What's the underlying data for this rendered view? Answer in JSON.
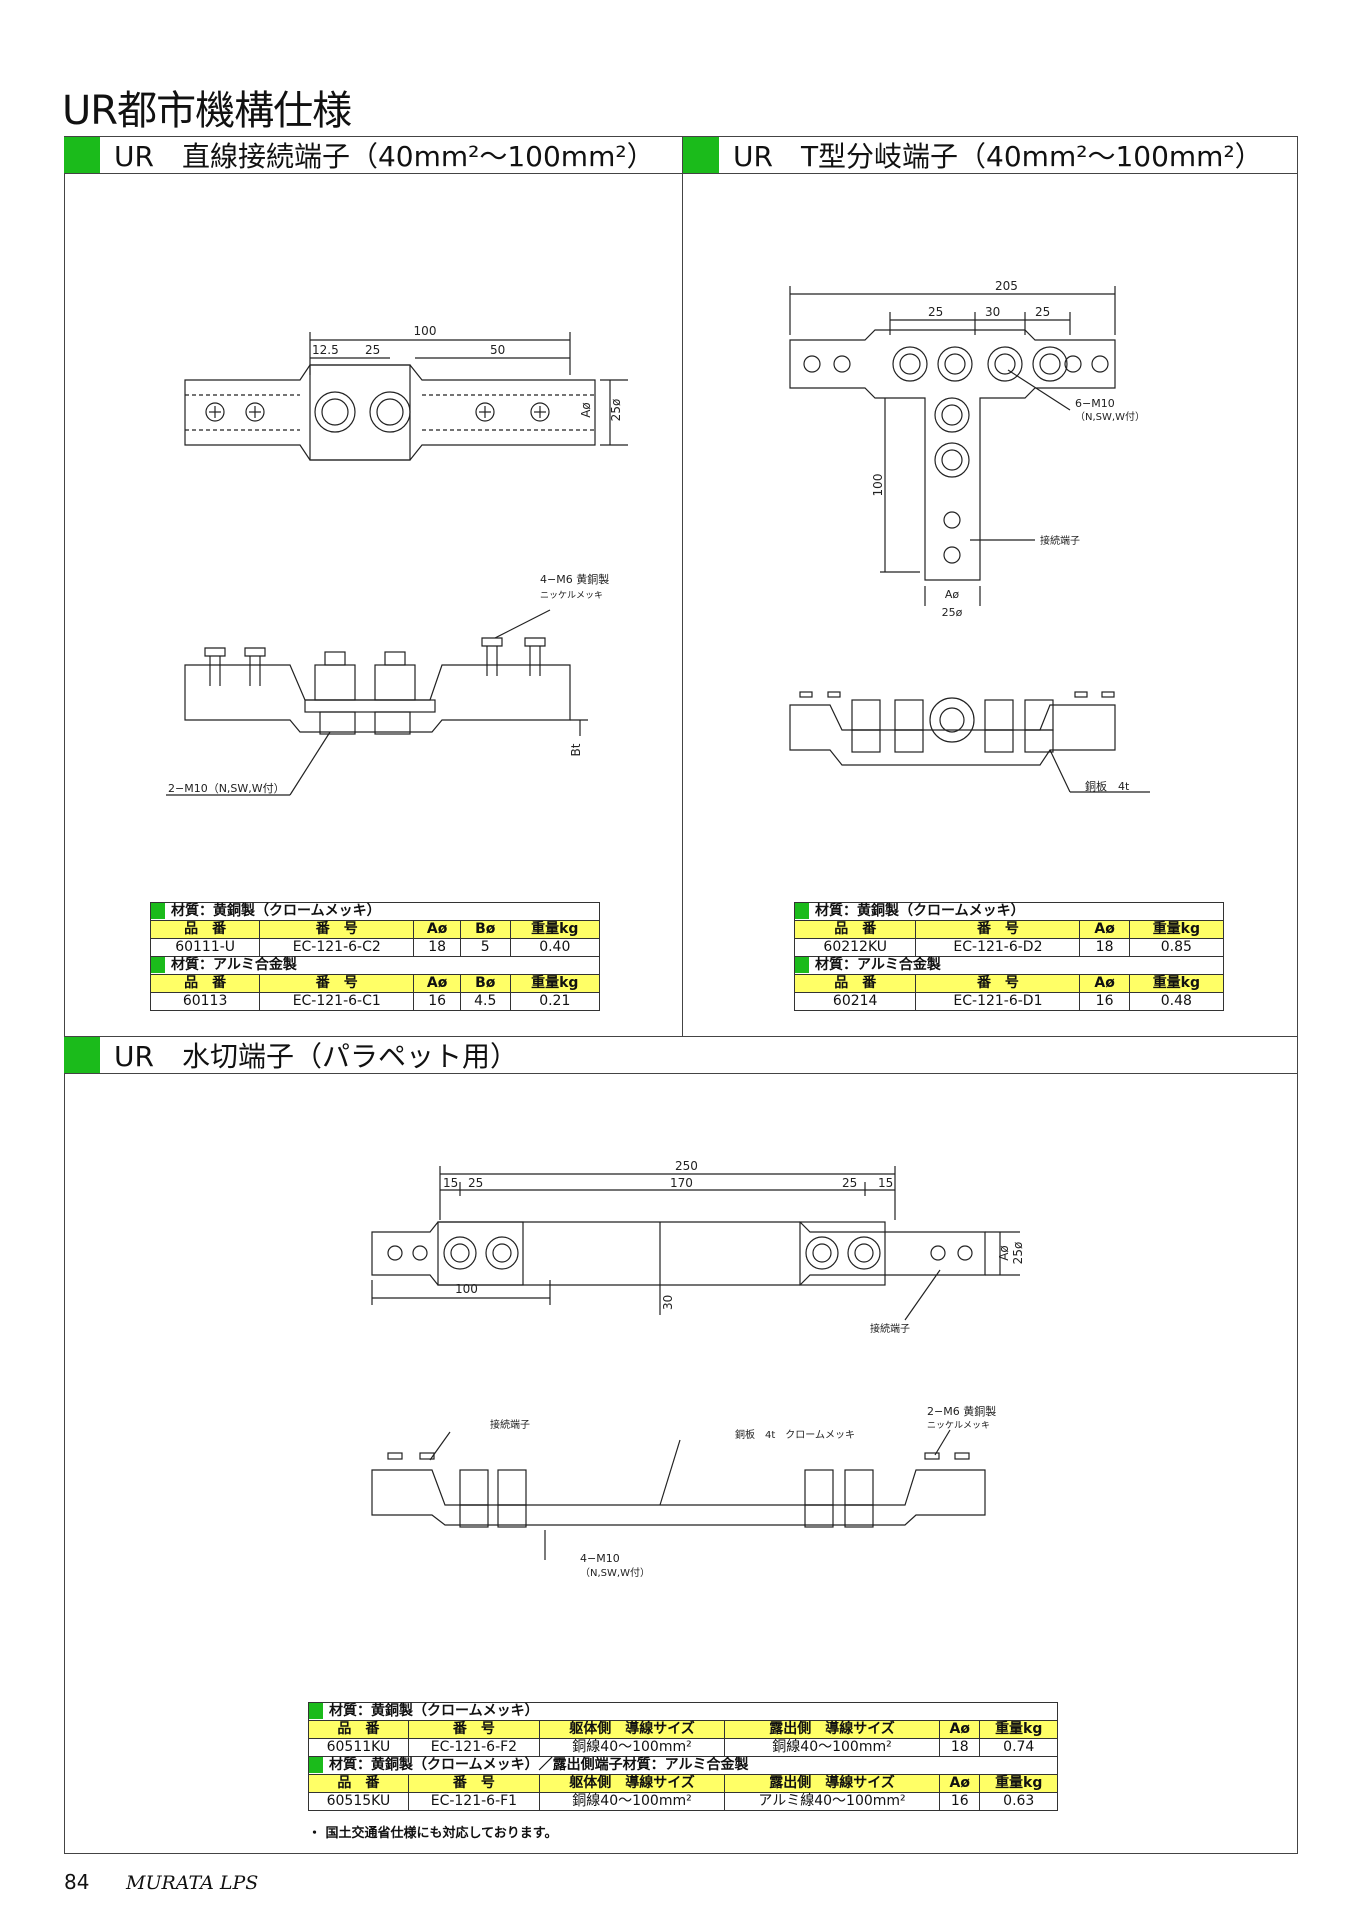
{
  "page_title": "UR都市機構仕様",
  "sections": {
    "straight": {
      "title": "UR　直線接続端子（40mm²～100mm²）"
    },
    "tee": {
      "title": "UR　T型分岐端子（40mm²～100mm²）"
    },
    "parapet": {
      "title": "UR　水切端子（パラペット用）"
    }
  },
  "drawing_labels": {
    "straight": {
      "dim_total": "100",
      "dim_a": "12.5",
      "dim_b": "25",
      "dim_c": "50",
      "dim_a_phi": "Aø",
      "dim_25_phi": "25ø",
      "dim_bt": "Bt",
      "screw_note_1": "4−M6 黄銅製",
      "screw_note_2": "ニッケルメッキ",
      "bolt_note": "2−M10（N,SW,W付）"
    },
    "tee": {
      "dim_total": "205",
      "dim_a": "25",
      "dim_b": "30",
      "dim_c": "25",
      "dim_100": "100",
      "bolt_note_1": "6−M10",
      "bolt_note_2": "（N,SW,W付）",
      "connector": "接続端子",
      "dim_a_phi": "Aø",
      "dim_25_phi": "25ø",
      "plate": "銅板　4t"
    },
    "parapet": {
      "dim_total": "250",
      "dim_15a": "15",
      "dim_25a": "25",
      "dim_170": "170",
      "dim_25b": "25",
      "dim_15b": "15",
      "dim_a_phi": "Aø",
      "dim_25_phi": "25ø",
      "dim_100": "100",
      "dim_30": "30",
      "connector_1": "接続端子",
      "connector_2": "接続端子",
      "screw_note_1": "2−M6 黄銅製",
      "screw_note_2": "ニッケルメッキ",
      "plate": "銅板　4t　クロームメッキ",
      "bolt_note_1": "4−M10",
      "bolt_note_2": "（N,SW,W付）"
    }
  },
  "tables": {
    "straight": {
      "groups": [
        {
          "material": "材質：黄銅製（クロームメッキ）",
          "headers": [
            "品　番",
            "番　号",
            "Aø",
            "Bø",
            "重量kg"
          ],
          "row": [
            "60111-U",
            "EC-121-6-C2",
            "18",
            "5",
            "0.40"
          ]
        },
        {
          "material": "材質：アルミ合金製",
          "headers": [
            "品　番",
            "番　号",
            "Aø",
            "Bø",
            "重量kg"
          ],
          "row": [
            "60113",
            "EC-121-6-C1",
            "16",
            "4.5",
            "0.21"
          ]
        }
      ]
    },
    "tee": {
      "groups": [
        {
          "material": "材質：黄銅製（クロームメッキ）",
          "headers": [
            "品　番",
            "番　号",
            "Aø",
            "重量kg"
          ],
          "row": [
            "60212KU",
            "EC-121-6-D2",
            "18",
            "0.85"
          ]
        },
        {
          "material": "材質：アルミ合金製",
          "headers": [
            "品　番",
            "番　号",
            "Aø",
            "重量kg"
          ],
          "row": [
            "60214",
            "EC-121-6-D1",
            "16",
            "0.48"
          ]
        }
      ]
    },
    "parapet": {
      "groups": [
        {
          "material": "材質：黄銅製（クロームメッキ）",
          "headers": [
            "品　番",
            "番　号",
            "躯体側　導線サイズ",
            "露出側　導線サイズ",
            "Aø",
            "重量kg"
          ],
          "row": [
            "60511KU",
            "EC-121-6-F2",
            "銅線40～100mm²",
            "銅線40～100mm²",
            "18",
            "0.74"
          ]
        },
        {
          "material": "材質：黄銅製（クロームメッキ）／露出側端子材質：アルミ合金製",
          "headers": [
            "品　番",
            "番　号",
            "躯体側　導線サイズ",
            "露出側　導線サイズ",
            "Aø",
            "重量kg"
          ],
          "row": [
            "60515KU",
            "EC-121-6-F1",
            "銅線40～100mm²",
            "アルミ線40～100mm²",
            "16",
            "0.63"
          ]
        }
      ]
    }
  },
  "footnote": "・ 国土交通省仕様にも対応しております。",
  "page_number": "84",
  "brand": "MURATA LPS"
}
